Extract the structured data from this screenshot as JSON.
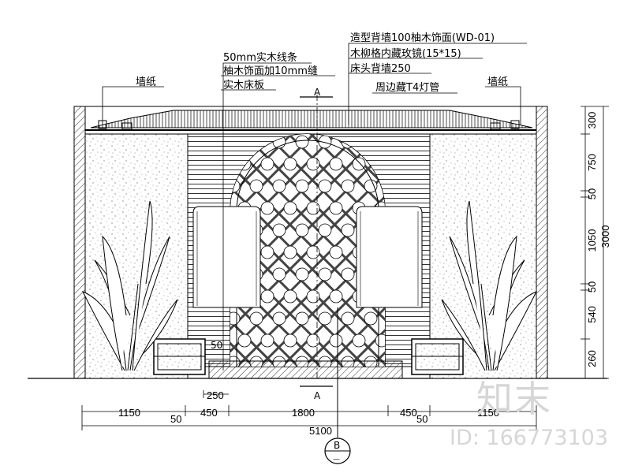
{
  "annotations": {
    "wallpaper_left": "墙纸",
    "wallpaper_right": "墙纸",
    "solid_wood_strip": "50mm实木线条",
    "veneer_gap": "柚木饰面加10mm缝",
    "solid_wood_board": "实木床板",
    "headboard_veneer": "造型背墙100柚木饰面(WD-01)",
    "lattice_mirror": "木柳格内藏玫镜(15*15)",
    "bed_head_height": "床头背墙250",
    "hidden_lamp": "周边藏T4灯管"
  },
  "section_marks": {
    "top": "A",
    "bottom": "A",
    "left_dim": "50"
  },
  "dims_right": [
    "300",
    "750",
    "50",
    "1050",
    "50",
    "540",
    "260"
  ],
  "dim_right_total": "3000",
  "dims_bottom_row1": [
    "1150",
    "450",
    "1800",
    "450",
    "1150"
  ],
  "dims_bottom_row2": [
    "50",
    "50"
  ],
  "dim_bottom_total": "5100",
  "dim_250": "250",
  "callout": {
    "letter": "B",
    "sub": "—"
  },
  "watermark": {
    "logo": "知末",
    "id": "ID: 166773103"
  }
}
